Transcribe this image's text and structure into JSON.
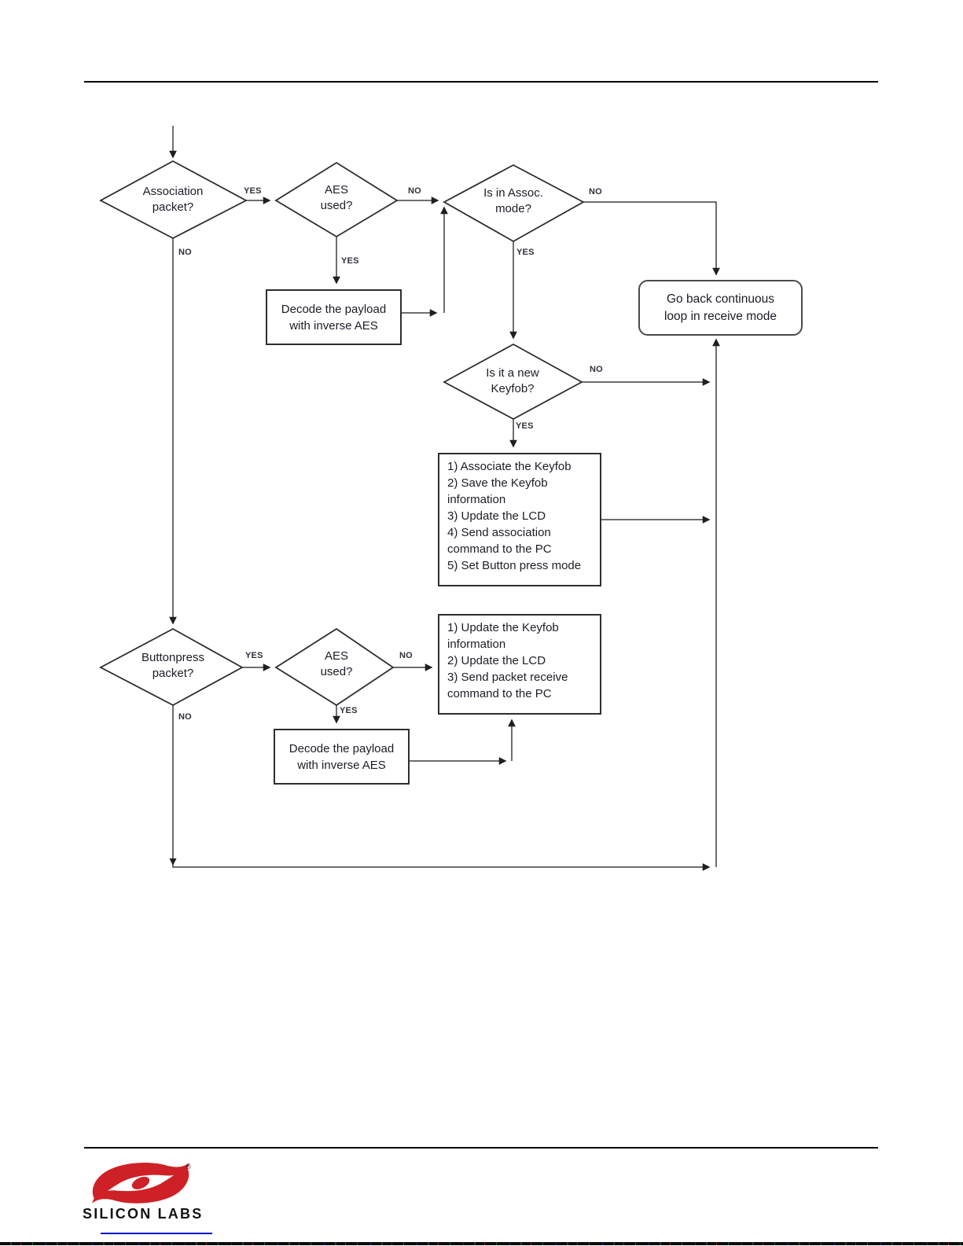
{
  "diagram": {
    "nodes": {
      "association_packet": "Association\npacket?",
      "aes_used_1": "AES\nused?",
      "is_in_assoc_mode": "Is in Assoc.\nmode?",
      "decode_payload_1": "Decode the payload\nwith inverse AES",
      "go_back_loop": "Go back continuous\nloop in receive mode",
      "is_new_keyfob": "Is it a new\nKeyfob?",
      "associate_steps": "1) Associate the Keyfob\n2) Save the Keyfob\ninformation\n3) Update the LCD\n4) Send association\ncommand to the PC\n5) Set Button press mode",
      "buttonpress_packet": "Buttonpress\npacket?",
      "aes_used_2": "AES\nused?",
      "update_steps": "1) Update the Keyfob\ninformation\n2) Update the LCD\n3) Send packet receive\ncommand to the PC",
      "decode_payload_2": "Decode the payload\nwith inverse AES"
    },
    "edge_labels": {
      "assoc_yes": "YES",
      "assoc_no": "NO",
      "aes1_no": "NO",
      "aes1_yes": "YES",
      "assocmode_no": "NO",
      "assocmode_yes": "YES",
      "keyfob_no": "NO",
      "keyfob_yes": "YES",
      "buttonpress_yes": "YES",
      "buttonpress_no": "NO",
      "aes2_no": "NO",
      "aes2_yes": "YES"
    }
  },
  "footer": {
    "logo_text": "SILICON LABS",
    "registered": "®"
  },
  "colors": {
    "connector": "#3f3f3f",
    "logo_red": "#ce2127"
  }
}
